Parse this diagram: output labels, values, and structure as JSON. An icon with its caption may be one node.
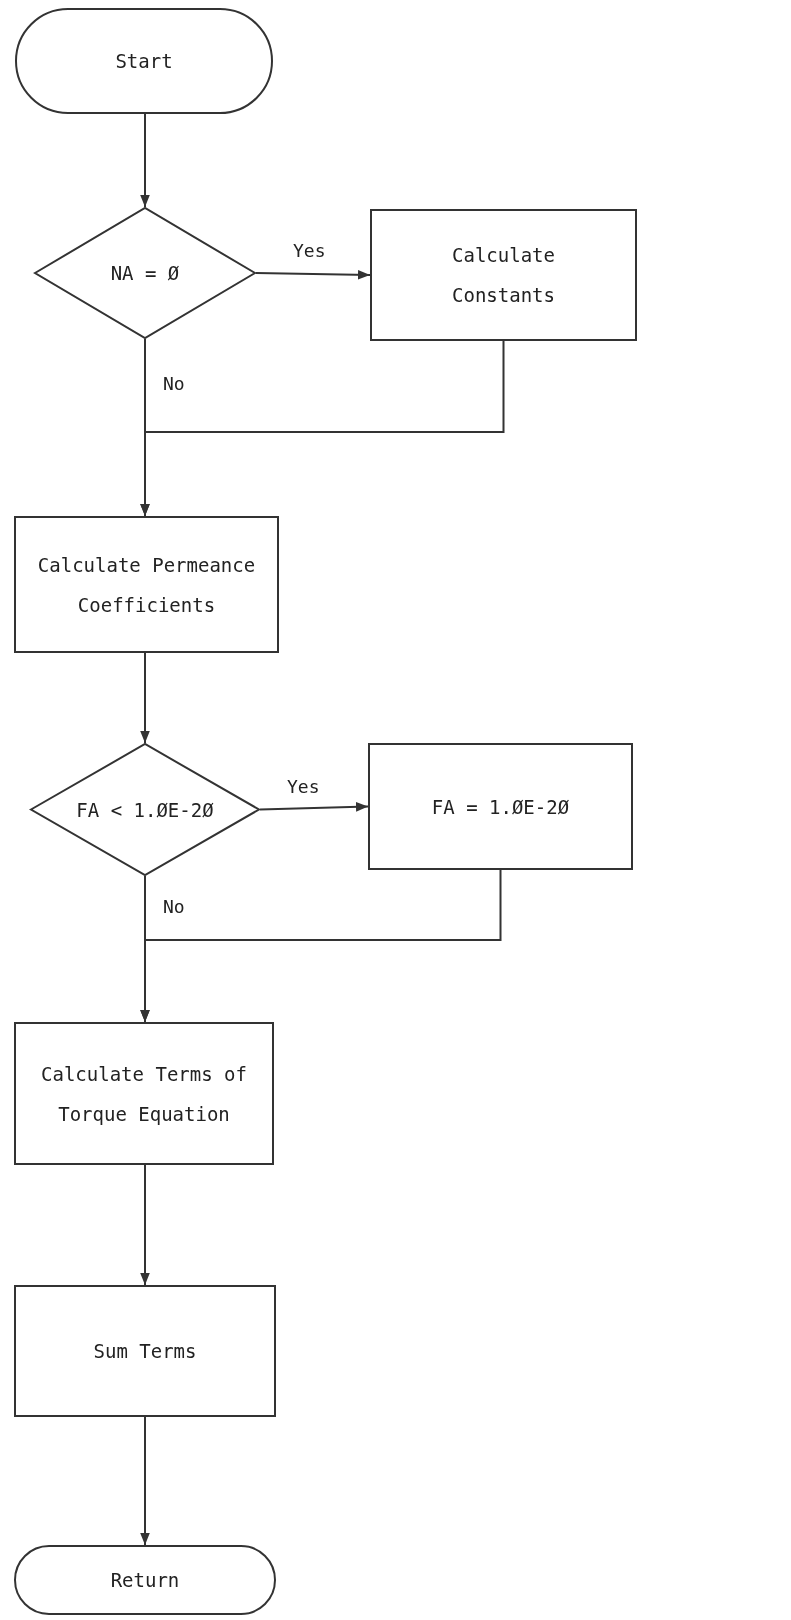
{
  "diagram": {
    "nodes": [
      {
        "text": [
          "Start"
        ]
      },
      {
        "text": [
          "NA = Ø"
        ]
      },
      {
        "text": [
          "Calculate Constants"
        ]
      },
      {
        "text": [
          "Calculate Permeance Coefficients"
        ]
      },
      {
        "text": [
          "FA < 1.ØE-2Ø"
        ]
      },
      {
        "text": [
          "FA = 1.ØE-2Ø"
        ]
      },
      {
        "text": [
          "Calculate Terms of Torque Equation"
        ]
      },
      {
        "text": [
          "Sum Terms"
        ]
      },
      {
        "text": [
          "Return"
        ]
      }
    ],
    "edges": [
      {
        "from": 0,
        "to": 1,
        "arrow": "to"
      },
      {
        "from": 1,
        "to": 2,
        "arrow": "to",
        "label": "Yes"
      },
      {
        "from": 1,
        "to": 3,
        "arrow": "to",
        "label": "No"
      },
      {
        "from": 2,
        "to": 3,
        "arrow": "to"
      },
      {
        "from": 3,
        "to": 4,
        "arrow": "to"
      },
      {
        "from": 4,
        "to": 5,
        "arrow": "to",
        "label": "Yes"
      },
      {
        "from": 4,
        "to": 6,
        "arrow": "to",
        "label": "No"
      },
      {
        "from": 5,
        "to": 6,
        "arrow": "to"
      },
      {
        "from": 6,
        "to": 7,
        "arrow": "to"
      },
      {
        "from": 7,
        "to": 8,
        "arrow": "to"
      }
    ]
  }
}
